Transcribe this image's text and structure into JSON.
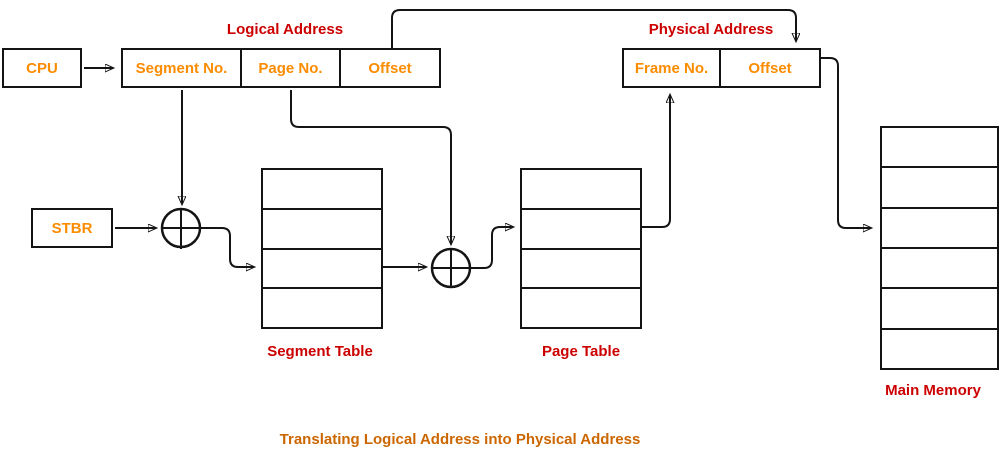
{
  "colors": {
    "orange": "#FB8C00",
    "red": "#CC0000",
    "caption": "#CC6600",
    "line": "#141414"
  },
  "cpu": {
    "label": "CPU"
  },
  "stbr": {
    "label": "STBR"
  },
  "logical_address": {
    "title": "Logical Address",
    "fields": [
      "Segment No.",
      "Page No.",
      "Offset"
    ]
  },
  "physical_address": {
    "title": "Physical Address",
    "fields": [
      "Frame No.",
      "Offset"
    ]
  },
  "segment_table": {
    "label": "Segment Table",
    "rows": 4
  },
  "page_table": {
    "label": "Page Table",
    "rows": 4
  },
  "main_memory": {
    "label": "Main Memory",
    "rows": 6
  },
  "caption": {
    "text": "Translating Logical Address into Physical Address"
  }
}
